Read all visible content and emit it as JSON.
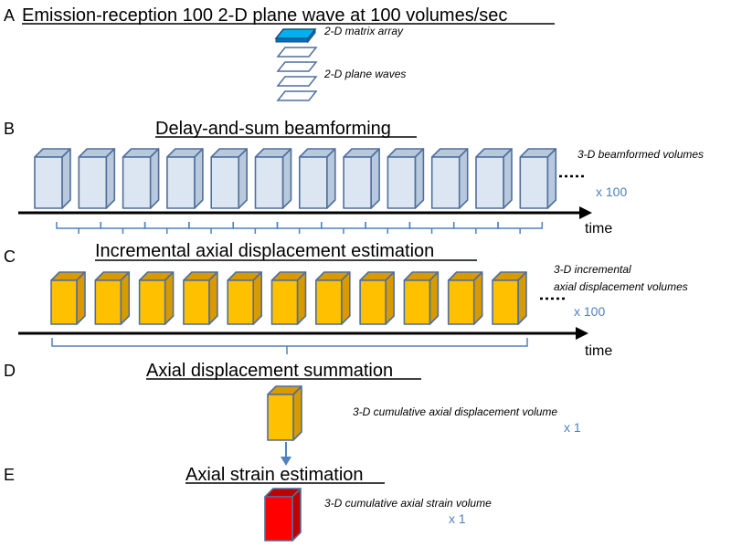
{
  "panels": {
    "A": {
      "letter": "A",
      "title": "Emission-reception 100 2-D plane wave at 100 volumes/sec",
      "label_array": "2-D matrix array",
      "label_waves": "2-D plane waves"
    },
    "B": {
      "letter": "B",
      "title": "Delay-and-sum beamforming",
      "label": "3-D beamformed volumes",
      "multiplier": "x 100",
      "axis": "time"
    },
    "C": {
      "letter": "C",
      "title": "Incremental axial displacement estimation",
      "label_line1": "3-D incremental",
      "label_line2": "axial displacement volumes",
      "multiplier": "x 100",
      "axis": "time"
    },
    "D": {
      "letter": "D",
      "title": "Axial displacement summation",
      "label": "3-D cumulative axial displacement volume",
      "multiplier": "x 1"
    },
    "E": {
      "letter": "E",
      "title": "Axial strain estimation",
      "label": "3-D cumulative axial strain volume",
      "multiplier": "x 1"
    }
  },
  "counts": {
    "beamformed_volumes": 12,
    "displacement_volumes": 11
  },
  "colors": {
    "box_blue_front": "#dce6f2",
    "box_blue_side": "#b9c9dd",
    "box_blue_stroke": "#4f6f9c",
    "box_orange_front": "#ffc000",
    "box_orange_side": "#d99a00",
    "box_orange_stroke": "#4f6f9c",
    "box_red_front": "#ff0000",
    "box_red_side": "#c00000",
    "box_red_stroke": "#4f6f9c",
    "array_fill": "#00b0f0",
    "bracket": "#4f81bd",
    "accent_text": "#4f81bd"
  }
}
